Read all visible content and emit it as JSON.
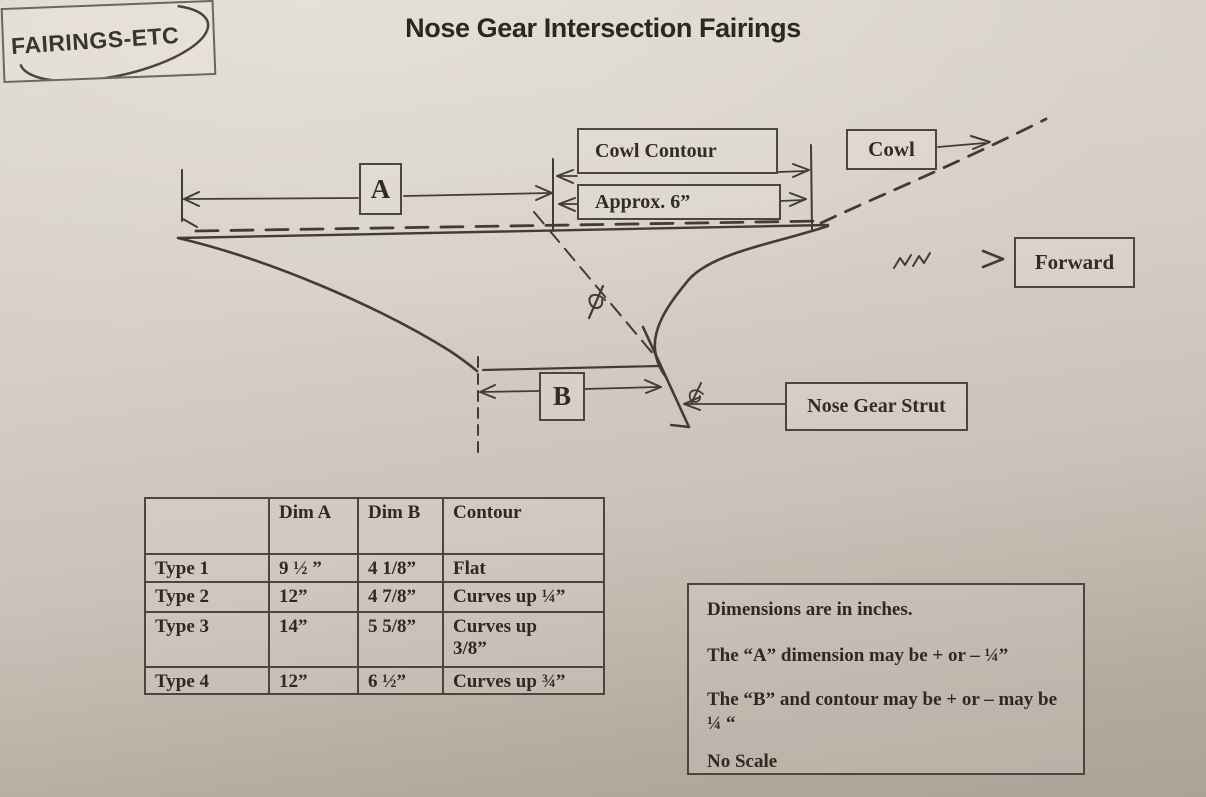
{
  "page": {
    "title": "Nose Gear Intersection Fairings"
  },
  "logo": {
    "text": "FAIRINGS-ETC"
  },
  "diagram": {
    "labels": {
      "cowl_contour": "Cowl Contour",
      "approx_6": "Approx. 6”",
      "cowl": "Cowl",
      "forward": "Forward",
      "dim_a": "A",
      "dim_b": "B",
      "nose_gear_strut": "Nose Gear Strut"
    },
    "icons": [
      "dimension-arrow-icon",
      "centerline-symbol-icon",
      "break-mark-icon",
      "forward-chevron-icon"
    ]
  },
  "table": {
    "headers": [
      "",
      "Dim A",
      "Dim B",
      "Contour"
    ],
    "rows": [
      [
        "Type 1",
        "9 ½ ”",
        "4 1/8”",
        "Flat"
      ],
      [
        "Type 2",
        "12”",
        "4 7/8”",
        "Curves up ¼”"
      ],
      [
        "Type 3",
        "14”",
        "5 5/8”",
        "Curves  up\n3/8”"
      ],
      [
        "Type 4",
        "12”",
        "6 ½”",
        "Curves up ¾”"
      ]
    ]
  },
  "notes": {
    "lines": [
      "Dimensions are in inches.",
      "The “A” dimension may be + or – ¼”",
      "The “B” and contour may be + or – may be ¼ “",
      "No Scale"
    ]
  },
  "colors": {
    "paper": "#d6cfc6",
    "ink": "#433c32",
    "border": "#4c463d"
  }
}
